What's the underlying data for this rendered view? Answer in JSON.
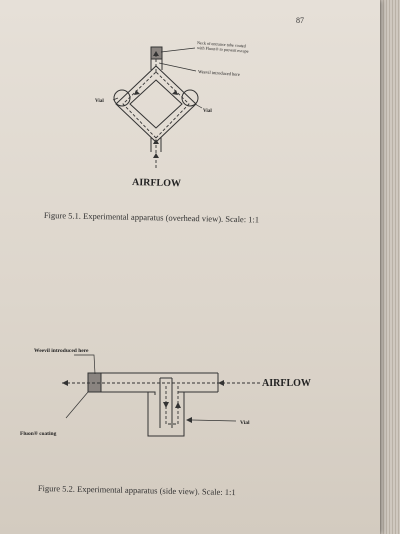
{
  "page_number": "87",
  "figure1": {
    "annotation_neck": "Neck of entrance tube coated with Fluon® to prevent escape",
    "annotation_weevil": "Weevil introduced here",
    "vial_left": "Vial",
    "vial_right": "Vial",
    "airflow": "AIRFLOW",
    "caption": "Figure 5.1. Experimental apparatus (overhead view). Scale: 1:1"
  },
  "figure2": {
    "weevil_label": "Weevil introduced here",
    "airflow": "AIRFLOW",
    "vial": "Vial",
    "coating": "Fluon® coating",
    "caption": "Figure 5.2. Experimental apparatus (side view). Scale: 1:1"
  }
}
